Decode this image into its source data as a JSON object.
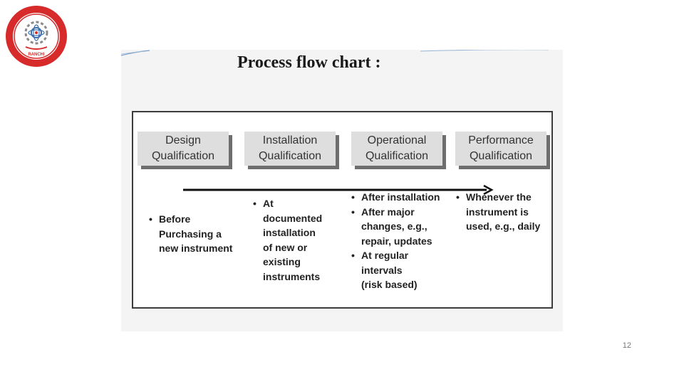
{
  "logo": {
    "caption": "RANCHI",
    "icon": "institute-emblem"
  },
  "slide": {
    "title": "Process flow chart :",
    "stages": [
      {
        "line1": "Design",
        "line2": "Qualification"
      },
      {
        "line1": "Installation",
        "line2": "Qualification"
      },
      {
        "line1": "Operational",
        "line2": "Qualification"
      },
      {
        "line1": "Performance",
        "line2": "Qualification"
      }
    ],
    "notes": [
      [
        "Before\nPurchasing a\nnew instrument"
      ],
      [
        "At\ndocumented\ninstallation\nof new  or\nexisting\ninstruments"
      ],
      [
        "After installation",
        "After major\nchanges, e.g.,\nrepair, updates",
        "At regular\nintervals\n(risk based)"
      ],
      [
        "Whenever the\ninstrument is\nused, e.g., daily"
      ]
    ]
  },
  "page_number": "12",
  "colors": {
    "logo_red": "#d72b2b",
    "stage_fill": "#dedede",
    "stage_shadow": "#6e6e6e",
    "frame_border": "#3c3c3c"
  }
}
